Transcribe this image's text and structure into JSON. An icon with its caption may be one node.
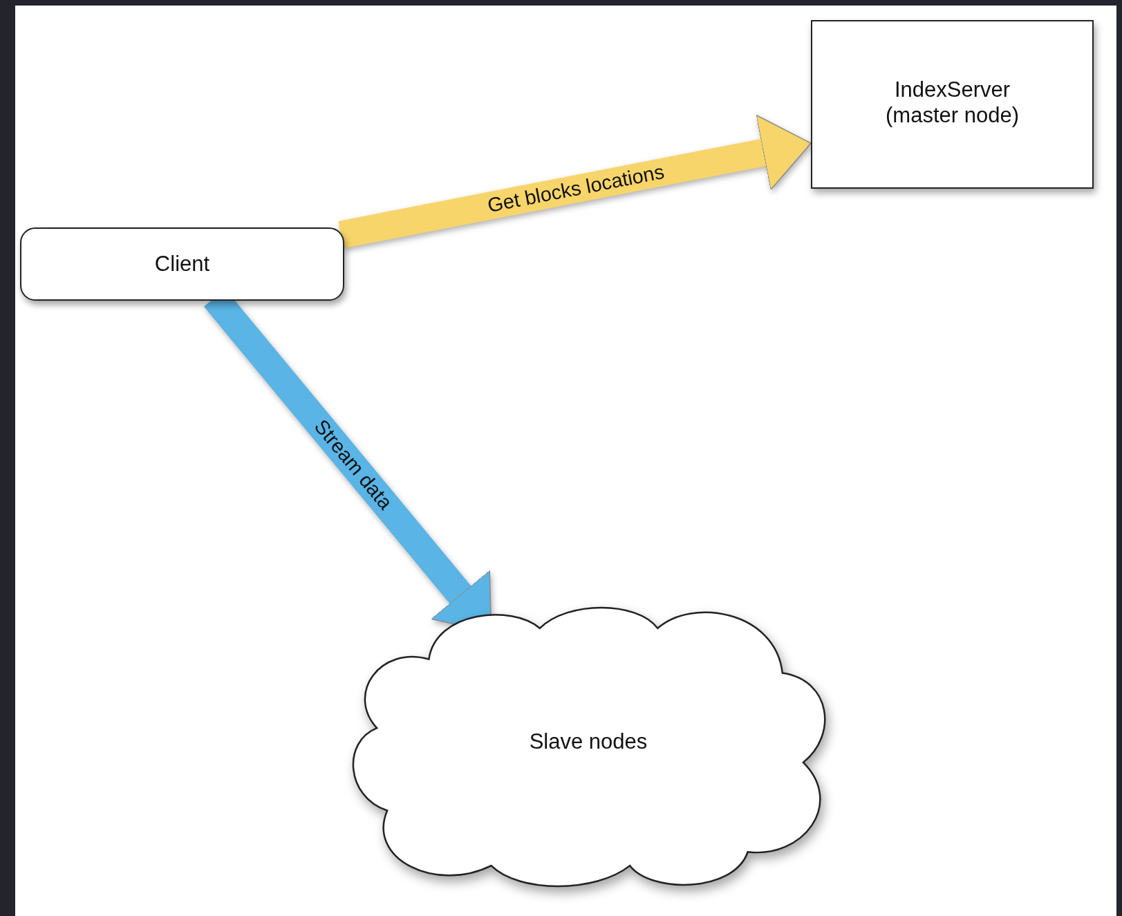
{
  "diagram": {
    "nodes": [
      {
        "text": [
          "IndexServer (master node)"
        ]
      },
      {
        "text": [
          "Client"
        ]
      },
      {
        "text": [
          "Slave nodes"
        ]
      }
    ],
    "edges": [
      {
        "from": 1,
        "to": 0,
        "arrow": "to",
        "label": "Get blocks locations",
        "color": "#f7d56a"
      },
      {
        "from": 1,
        "to": 2,
        "arrow": "to",
        "label": "Stream data",
        "color": "#5ab4e6"
      }
    ]
  }
}
